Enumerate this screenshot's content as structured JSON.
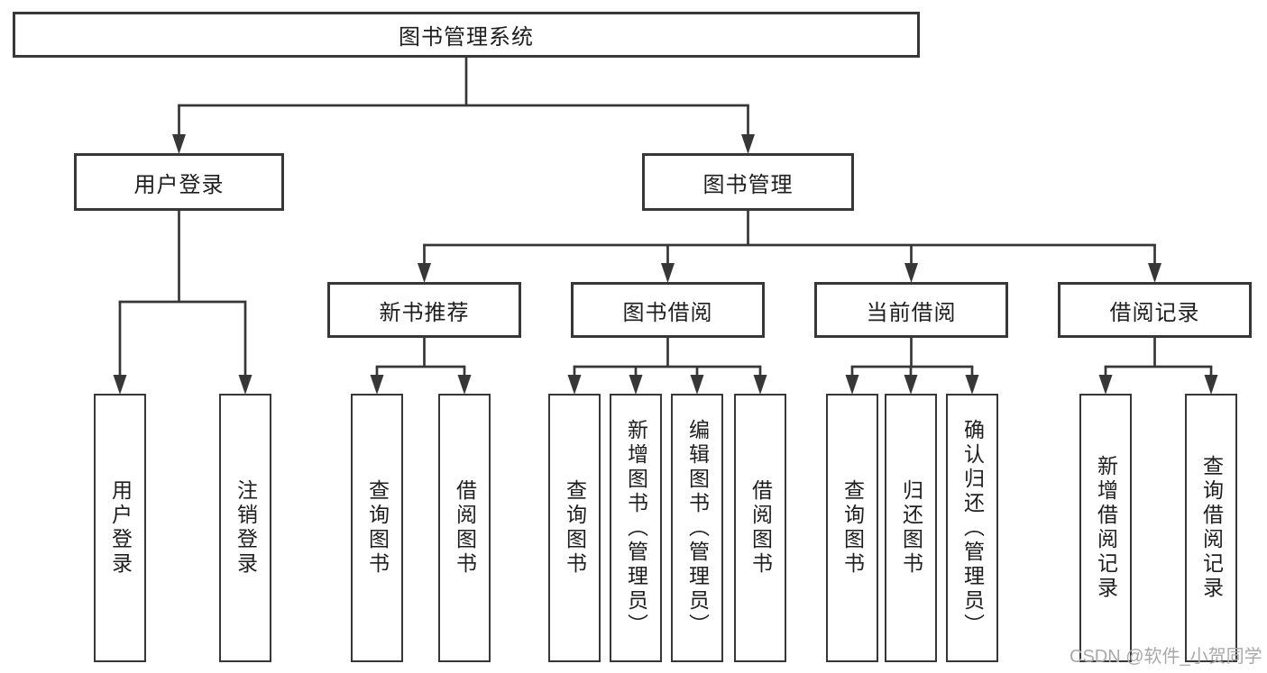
{
  "diagram": {
    "title": "图书管理系统",
    "level2": {
      "login": "用户登录",
      "manage": "图书管理"
    },
    "level3": {
      "newbook": "新书推荐",
      "borrow": "图书借阅",
      "current": "当前借阅",
      "records": "借阅记录"
    },
    "leaves": {
      "login": [
        "用户登录",
        "注销登录"
      ],
      "newbook": [
        "查询图书",
        "借阅图书"
      ],
      "borrow": [
        "查询图书",
        "新增图书（管理员）",
        "编辑图书（管理员）",
        "借阅图书"
      ],
      "current": [
        "查询图书",
        "归还图书",
        "确认归还（管理员）"
      ],
      "records": [
        "新增借阅记录",
        "查询借阅记录"
      ]
    }
  },
  "watermark": "CSDN @软件_小贺同学",
  "colors": {
    "line": "#373737",
    "box_border": "#373737",
    "text": "#1e1e1e",
    "watermark": "#a9a9a9",
    "background": "#ffffff"
  }
}
